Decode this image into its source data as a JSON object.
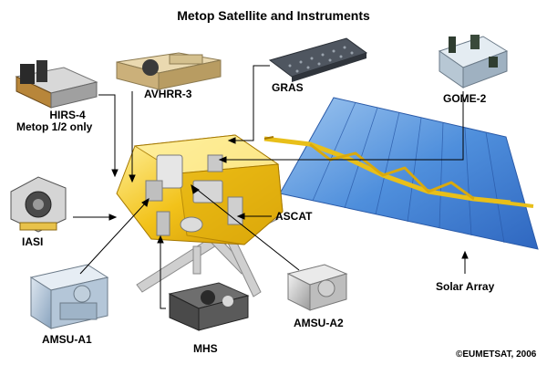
{
  "diagram": {
    "title": "Metop Satellite and Instruments",
    "copyright": "©EUMETSAT, 2006",
    "labels": {
      "hirs_line1": "HIRS-4",
      "hirs_line2": "Metop 1/2 only",
      "avhrr": "AVHRR-3",
      "gras": "GRAS",
      "gome": "GOME-2",
      "iasi": "IASI",
      "ascat": "ASCAT",
      "solar_array": "Solar Array",
      "amsu_a1": "AMSU-A1",
      "amsu_a2": "AMSU-A2",
      "mhs": "MHS"
    }
  }
}
